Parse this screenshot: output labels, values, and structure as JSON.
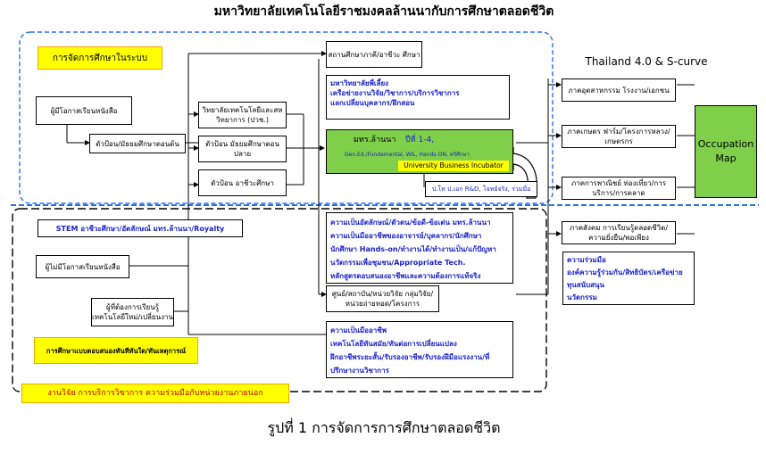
{
  "title": "มหาวิทยาลัยเทคโนโลยีราชมงคลล้านนากับการศึกษาตลอดชีวิต",
  "caption": "รูปที่ 1 การจัดการการศึกษาตลอดชีวิต",
  "formal_label": "การจัดการศึกษาในระบบ",
  "thailand_label": "Thailand 4.0 & S-curve",
  "left_box_top": "ผู้มีโอกาสเรียนหนังสือ",
  "entry_box": "ตัวป้อน/มัธยมศึกษาตอนต้น",
  "feeders": {
    "vocational": "วิทยาลัยเทคโนโลยีและสหวิทยาการ (ปวช.)",
    "highschool": "ตัวป้อน มัธยมศึกษาตอนปลาย",
    "career": "ตัวป้อน อาชีวะศึกษา"
  },
  "other_inst": "สถานศึกษาภาคี/อาชีวะ ศึกษา",
  "blue_list_top": [
    "มหาวิทยาลัยพี่เลี้ยง",
    "เครือข่ายงานวิจัย/วิชาการ/บริการวิชาการ",
    "แลกเปลี่ยนบุคลากร/ฝึกสอน"
  ],
  "center": {
    "name": "มทร.ล้านนา",
    "years": "ปีที่ 1-4,",
    "sub": "Gen.Ed./Fundamental, WIL, Hands-ON, ทวิศึกษา",
    "incubator": "University Business Incubator"
  },
  "grad_box": "ป.โท ป.เอก R&D, โจทย์จริง, ร่วมมือ",
  "sectors": {
    "industry": "ภาคอุตสาหกรรม โรงงาน/เอกชน",
    "agriculture": "ภาคเกษตร ฟาร์ม/โครงการหลวง/เกษตรกร",
    "commerce": "ภาคการพาณิชย์ ท่องเที่ยว/การบริการ/การตลาด",
    "society": "ภาคสังคม การเรียนรู้ตลอดชีวิต/ความยั่งยืน/พอเพียง"
  },
  "occupation": "Occupation Map",
  "stem": "STEM อาชีวะศึกษา/อัตลักษณ์ มทร.ล้านนา/Royalty",
  "blue_list_mid": [
    "ความเป็นอัตลักษณ์/ตัวตน/ข้อดี-ข้อเด่น มทร.ล้านนา",
    "ความเป็นมืออาชีพของอาจารย์/บุคลากร/นักศึกษา",
    "นักศึกษา Hands-on/ทำงานได้/ทำงานเป็น/แก้ปัญหา",
    "นวัตกรรมเพื่อชุมชน/Appropriate Tech.",
    "หลักสูตรตอบสนองอาชีพและความต้องการแท้จริง"
  ],
  "left_box_mid": "ผู้ไม่มีโอกาสเรียนหนังสือ",
  "learner_box": "ผู้ที่ต้องการเรียนรู้ เทคโนโลยีใหม่/เปลี่ยนงาน",
  "yellow_box": "การศึกษาแบบตอบสนองทันทีทันใด/ทันเหตุการณ์",
  "center_unit": "ศูนย์/สถาบัน/หน่วยวิจัย กลุ่มวิจัย/หน่วยถ่ายทอด/โครงการ",
  "blue_list_bottom": [
    "ความเป็นมืออาชีพ",
    "เทคโนโลยีทันสมัย/ทันต่อการเปลี่ยนแปลง",
    "ฝึกอาชีพระยะสั้น/รับรองอาชีพ/รับรองฝีมือแรงงาน/ที่",
    "ปรึกษางานวิชาการ"
  ],
  "blue_list_right": [
    "ความร่วมมือ",
    "องค์ความรู้ร่วมกัน/สิทธิบัตร/เครือข่าย",
    "ทุนสนับสนุน",
    "นวัตกรรม"
  ],
  "bottom_bar": "งานวิจัย การบริการวิชาการ ความร่วมมือกับหน่วยงานภายนอก",
  "colors": {
    "blue_text": "#1a22c8",
    "green": "#7fcf4a",
    "yellow": "#ffff00",
    "orange": "#f5a400",
    "dash_blue": "#2a6fe8"
  }
}
